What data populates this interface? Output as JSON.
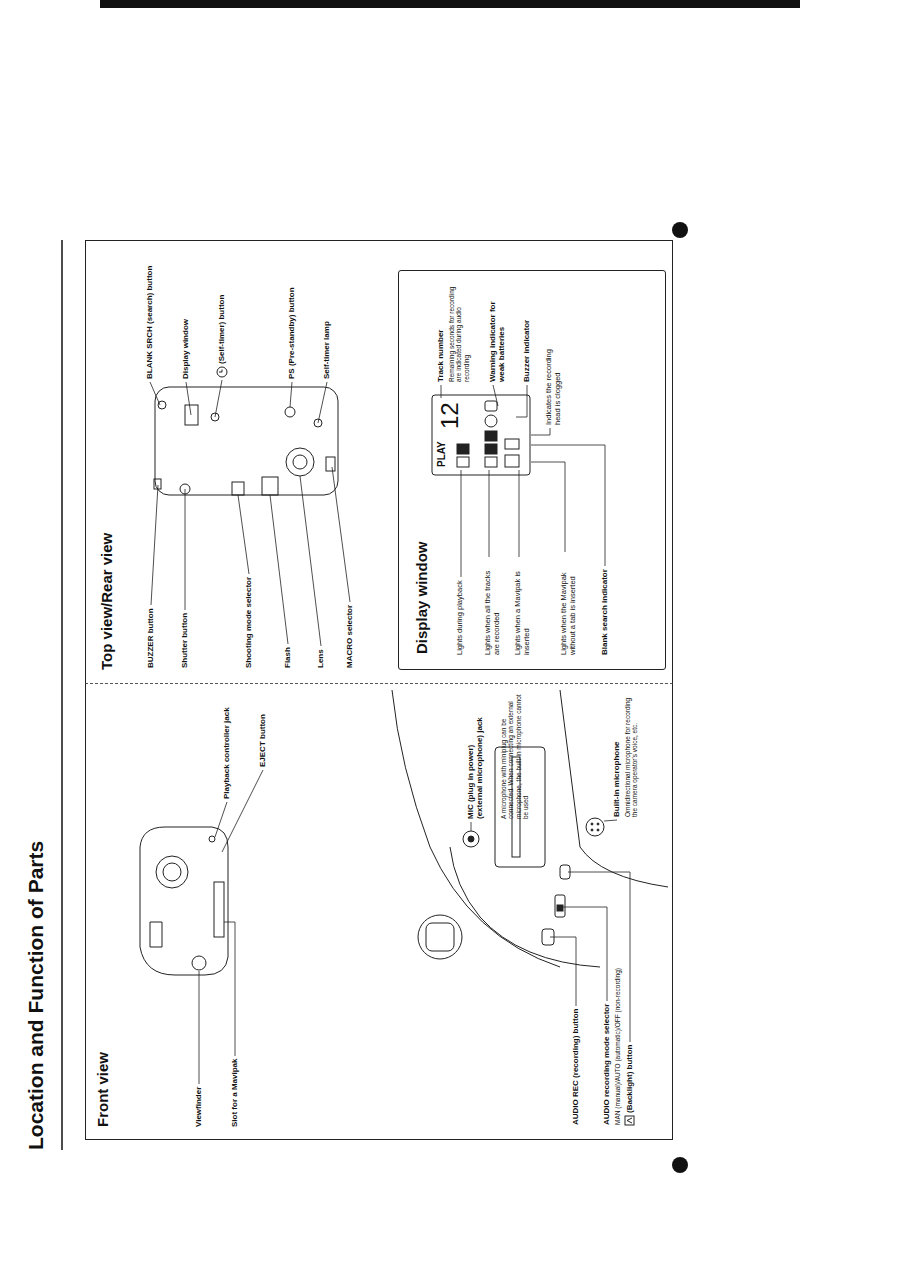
{
  "diagram": {
    "title": "Location and Function of Parts",
    "nodes": [
      {
        "text": [
          "Front view"
        ]
      },
      {
        "text": [
          "Top view/Rear view"
        ]
      },
      {
        "text": [
          "Display window"
        ],
        "in": 1
      }
    ],
    "labels": [
      "Viewfinder",
      "Slot for a Mavipak",
      "Playback controller jack",
      "EJECT button",
      "AUDIO REC (recording) button",
      "AUDIO recording mode selector",
      "MAN (manual)/AUTO (automatic)/OFF (non-recording)",
      "(Backlight) button",
      "MIC (plug in power) (external microphone) jack",
      "A microphone with miniplug can be connected. When connecting an external microphone, the built-in microphone cannot be used",
      "Built-in microphone",
      "Omnidirectional microphone for recording the camera operator's voice, etc.",
      "BUZZER button",
      "Shutter button",
      "Shooting mode selector",
      "Flash",
      "Lens",
      "MACRO selector",
      "BLANK SRCH (search) button",
      "Display window",
      "(Self-timer) button",
      "PS (Pre-standby) button",
      "Self-timer lamp",
      "Lights during playback",
      "Lights when all the tracks are recorded",
      "Lights when a Mavipak is inserted",
      "Lights when the Mavipak without a tab is inserted",
      "Blank search indicator",
      "Indicates the recording head is clogged",
      "Track number",
      "Remaining seconds for recording are indicated during audio recording",
      "Warning indicator for weak batteries",
      "Buzzer indicator",
      "PLAY",
      "12"
    ]
  }
}
